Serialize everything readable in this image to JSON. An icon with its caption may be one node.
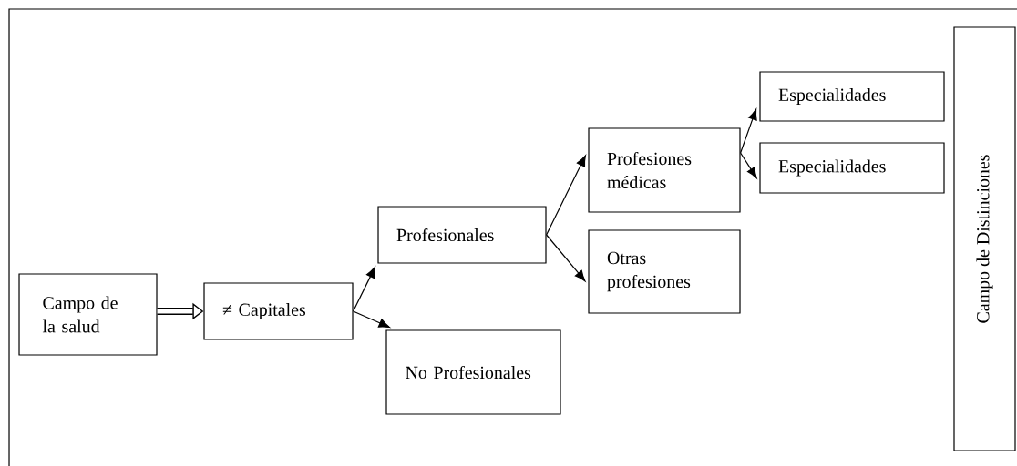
{
  "diagram": {
    "nodes": [
      {
        "text": [
          "Campo de la salud"
        ]
      },
      {
        "text": [
          "≠ Capitales"
        ]
      },
      {
        "text": [
          "Profesionales"
        ]
      },
      {
        "text": [
          "No Profesionales"
        ]
      },
      {
        "text": [
          "Profesiones médicas"
        ]
      },
      {
        "text": [
          "Otras profesiones"
        ]
      },
      {
        "text": [
          "Especialidades"
        ]
      },
      {
        "text": [
          "Especialidades"
        ]
      },
      {
        "text": [
          "Campo de Distinciones"
        ]
      }
    ],
    "edges": [
      {
        "from": 0,
        "to": 1,
        "arrow": "to",
        "style": "thick"
      },
      {
        "from": 1,
        "to": 2,
        "arrow": "to"
      },
      {
        "from": 1,
        "to": 3,
        "arrow": "to"
      },
      {
        "from": 2,
        "to": 4,
        "arrow": "to"
      },
      {
        "from": 2,
        "to": 5,
        "arrow": "to"
      },
      {
        "from": 4,
        "to": 6,
        "arrow": "to"
      },
      {
        "from": 4,
        "to": 7,
        "arrow": "to"
      }
    ]
  }
}
